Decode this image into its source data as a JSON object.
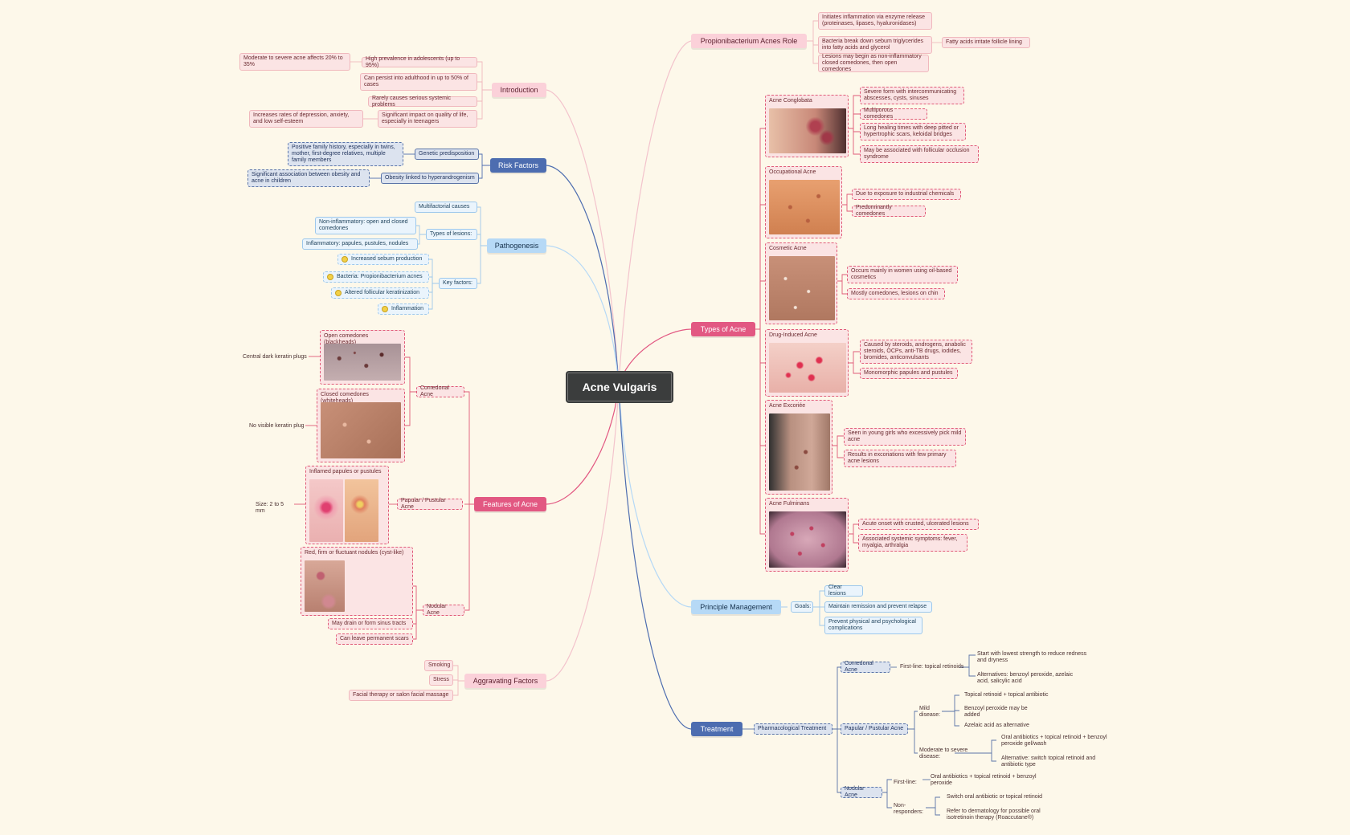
{
  "root": {
    "title": "Acne Vulgaris"
  },
  "branches": {
    "intro": {
      "label": "Introduction"
    },
    "risk": {
      "label": "Risk Factors"
    },
    "patho": {
      "label": "Pathogenesis"
    },
    "features": {
      "label": "Features of Acne"
    },
    "aggravating": {
      "label": "Aggravating Factors"
    },
    "propioni": {
      "label": "Propionibacterium Acnes Role"
    },
    "types": {
      "label": "Types of Acne"
    },
    "management": {
      "label": "Principle Management"
    },
    "treatment": {
      "label": "Treatment"
    }
  },
  "intro": {
    "high_prev": "High prevalence in adolescents (up to 95%)",
    "moderate": "Moderate to severe acne affects 20% to 35%",
    "persist": "Can persist into adulthood in up to 50% of cases",
    "rarely": "Rarely causes serious systemic problems",
    "impact": "Significant impact on quality of life, especially in teenagers",
    "depression": "Increases rates of depression, anxiety, and low self-esteem"
  },
  "risk": {
    "genetic": "Genetic predisposition",
    "family": "Positive family history, especially in twins, mother, first-degree relatives, multiple family members",
    "obesity": "Obesity linked to hyperandrogenism",
    "obesity_assoc": "Significant association between obesity and acne in children"
  },
  "patho": {
    "multifactorial": "Multifactorial causes",
    "types": "Types of lesions:",
    "noninflam": "Non-inflammatory: open and closed comedones",
    "inflam": "Inflammatory: papules, pustules, nodules",
    "key": "Key factors:",
    "sebum": "Increased sebum production",
    "bacteria": "Bacteria: Propionibacterium acnes",
    "keratin": "Altered follicular keratinization",
    "inflammation": "Inflammation"
  },
  "features": {
    "comedonal": "Comedonal Acne",
    "open": "Open comedones (blackheads)",
    "open_note": "Central dark keratin plugs",
    "closed": "Closed comedones (whiteheads)",
    "closed_note": "No visible keratin plug",
    "papular": "Papular / Pustular Acne",
    "inflamed": "Inflamed papules or pustules",
    "size": "Size: 2 to 5 mm",
    "nodular": "Nodular Acne",
    "nodules": "Red, firm or fluctuant nodules (cyst-like)",
    "drain": "May drain or form sinus tracts",
    "scars": "Can leave permanent scars"
  },
  "aggravating": {
    "smoking": "Smoking",
    "stress": "Stress",
    "facial": "Facial therapy or salon facial massage"
  },
  "propioni": {
    "inflammation": "Initiates inflammation via enzyme release (proteinases, lipases, hyaluronidases)",
    "bacteria": "Bacteria break down sebum triglycerides into fatty acids and glycerol",
    "fatty": "Fatty acids irritate follicle lining",
    "lesions": "Lesions may begin as non-inflammatory closed comedones, then open comedones"
  },
  "types": {
    "conglobata": "Acne Conglobata",
    "cg1": "Severe form with intercommunicating abscesses, cysts, sinuses",
    "cg2": "Multiporous comedones",
    "cg3": "Long healing times with deep pitted or hypertrophic scars, keloidal bridges",
    "cg4": "May be associated with follicular occlusion syndrome",
    "occupational": "Occupational Acne",
    "oc1": "Due to exposure to industrial chemicals",
    "oc2": "Predominantly comedones",
    "cosmetic": "Cosmetic Acne",
    "co1": "Occurs mainly in women using oil-based cosmetics",
    "co2": "Mostly comedones, lesions on chin",
    "drug": "Drug-Induced Acne",
    "dr1": "Caused by steroids, androgens, anabolic steroids, OCPs, anti-TB drugs, iodides, bromides, anticonvulsants",
    "dr2": "Monomorphic papules and pustules",
    "excoriee": "Acne Excoriée",
    "ex1": "Seen in young girls who excessively pick mild acne",
    "ex2": "Results in excoriations with few primary acne lesions",
    "fulminans": "Acne Fulminans",
    "fu1": "Acute onset with crusted, ulcerated lesions",
    "fu2": "Associated systemic symptoms: fever, myalgia, arthralgia"
  },
  "management": {
    "goals": "Goals:",
    "clear": "Clear lesions",
    "maintain": "Maintain remission and prevent relapse",
    "prevent": "Prevent physical and psychological complications"
  },
  "treatment": {
    "pharma": "Pharmacological Treatment",
    "comedonal": "Comedonal Acne",
    "firstline_topical": "First-line: topical retinoids",
    "start_lowest": "Start with lowest strength to reduce redness and dryness",
    "alternatives": "Alternatives: benzoyl peroxide, azelaic acid, salicylic acid",
    "papular": "Papular / Pustular Acne",
    "mild": "Mild disease:",
    "mild1": "Topical retinoid + topical antibiotic",
    "mild2": "Benzoyl peroxide may be added",
    "mild3": "Azelaic acid as alternative",
    "moderate": "Moderate to severe disease:",
    "mod1": "Oral antibiotics + topical retinoid + benzoyl peroxide gel/wash",
    "mod2": "Alternative: switch topical retinoid and antibiotic type",
    "nodular": "Nodular Acne",
    "first": "First-line:",
    "first1": "Oral antibiotics + topical retinoid + benzoyl peroxide",
    "non": "Non-responders:",
    "non1": "Switch oral antibiotic or topical retinoid",
    "non2": "Refer to dermatology for possible oral isotretinoin therapy (Roaccutane®)"
  },
  "colors": {
    "pink_line": "#f3b8c2",
    "rose": "#e25882",
    "navy": "#4d6db0",
    "light_blue": "#b6d9f6",
    "background": "#fdf8ea"
  },
  "icons": [
    "lightbulb-icon"
  ]
}
